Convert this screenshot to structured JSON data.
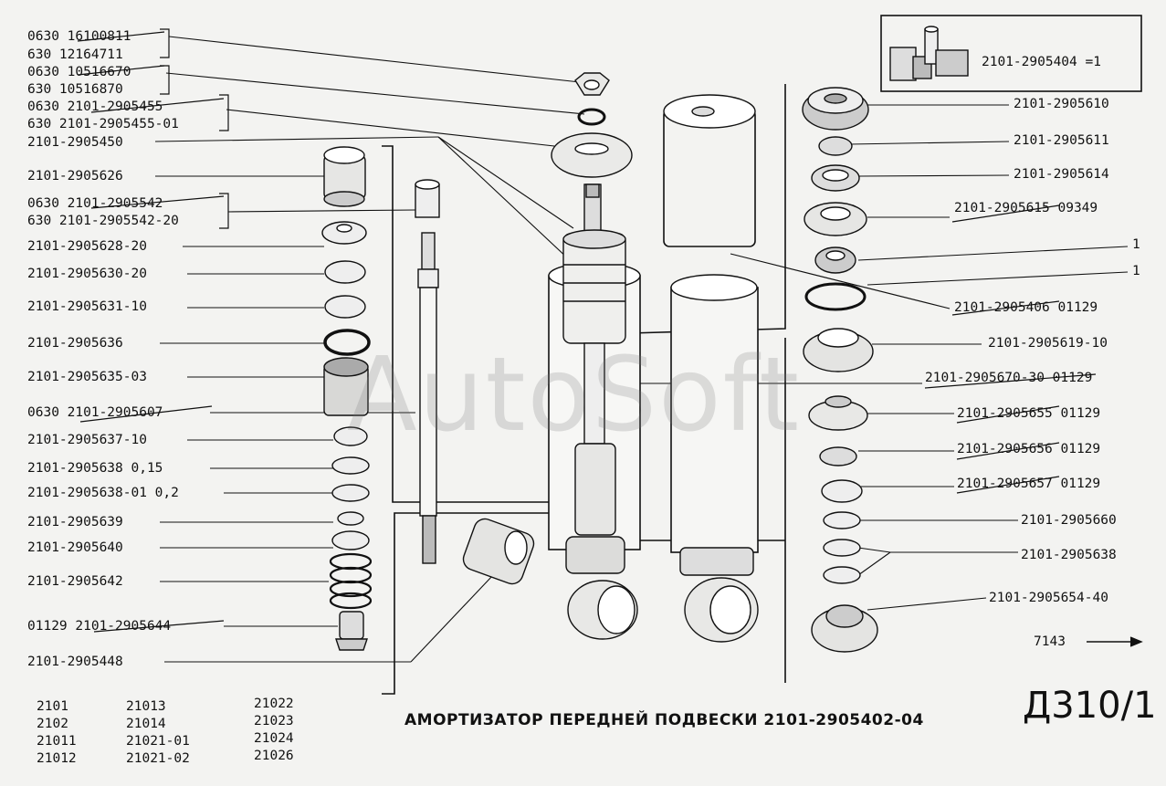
{
  "title": "АМОРТИЗАТОР ПЕРЕДНЕЙ ПОДВЕСКИ 2101-2905402-04",
  "sheet_code": "Д310/1",
  "watermark": "AutoSoft",
  "kit_label": "2101-2905404 =1",
  "next_page": "7143",
  "models": [
    [
      "2101",
      "2102",
      "21011",
      "21012"
    ],
    [
      "21013",
      "21014",
      "21021-01",
      "21021-02"
    ],
    [
      "21022",
      "21023",
      "21024",
      "21026"
    ]
  ],
  "left_labels": [
    "0630 16100811",
    "630  12164711",
    "0630 10516670",
    "630  10516870",
    "0630  2101-2905455",
    "630 2101-2905455-01",
    "2101-2905450",
    "2101-2905626",
    "0630  2101-2905542",
    "630 2101-2905542-20",
    "2101-2905628-20",
    "2101-2905630-20",
    "2101-2905631-10",
    "2101-2905636",
    "2101-2905635-03",
    "0630 2101-2905607",
    "2101-2905637-10",
    "2101-2905638 0,15",
    "2101-2905638-01 0,2",
    "2101-2905639",
    "2101-2905640",
    "2101-2905642",
    "01129 2101-2905644",
    "2101-2905448"
  ],
  "right_labels": [
    "2101-2905610",
    "2101-2905611",
    "2101-2905614",
    "2101-2905615 09349",
    "1",
    "1",
    "2101-2905406 01129",
    "2101-2905619-10",
    "2101-2905670-30 01129",
    "2101-2905655 01129",
    "2101-2905656 01129",
    "2101-2905657 01129",
    "2101-2905660",
    "2101-2905638",
    "2101-2905654-40"
  ]
}
